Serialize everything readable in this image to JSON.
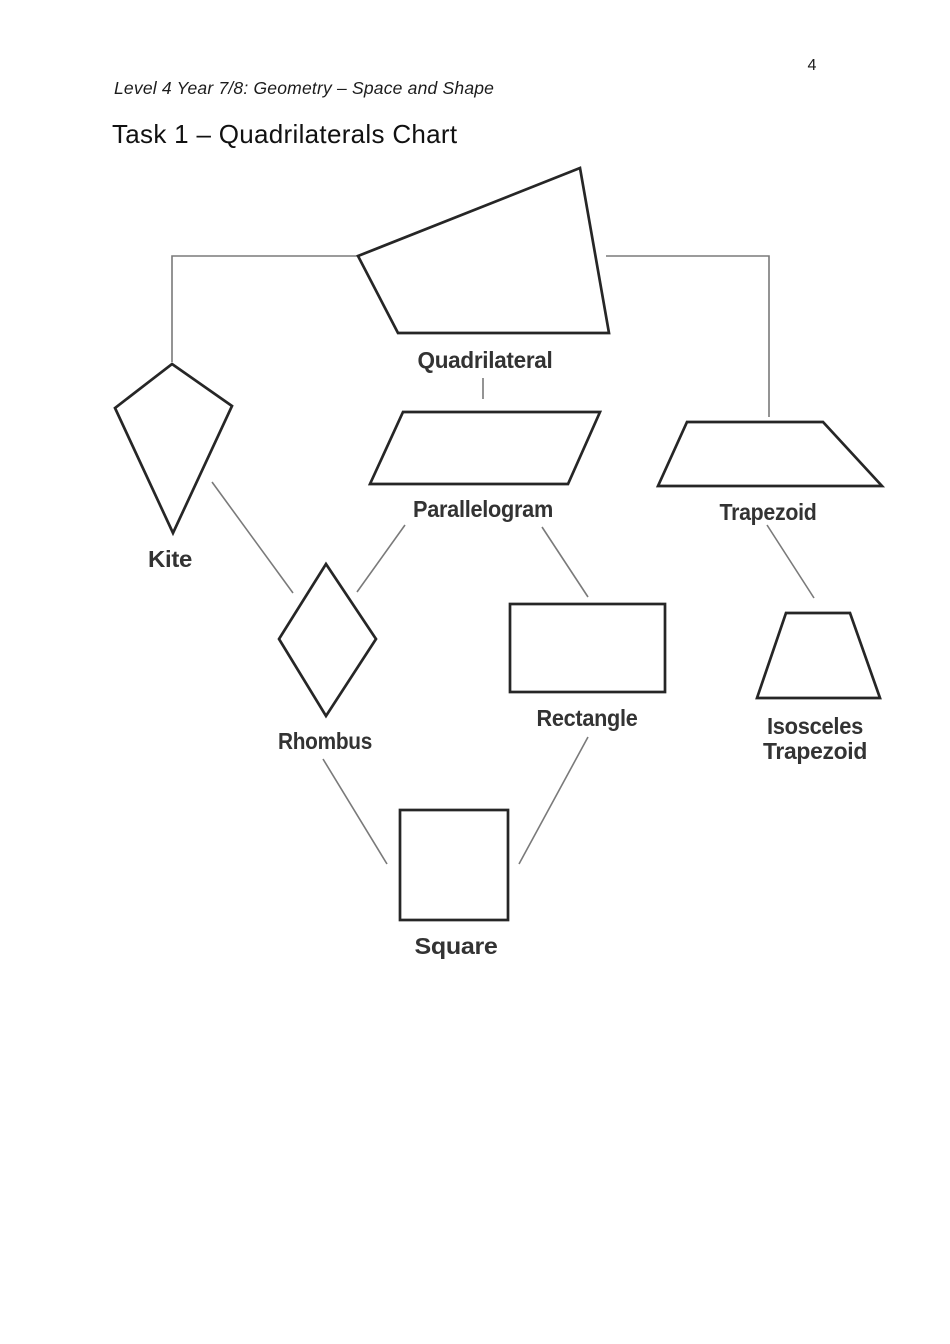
{
  "page": {
    "number": "4"
  },
  "header": {
    "course": "Level 4 Year 7/8: Geometry – Space and Shape",
    "title": "Task 1 – Quadrilaterals Chart"
  },
  "diagram": {
    "labels": {
      "quadrilateral": "Quadrilateral",
      "kite": "Kite",
      "parallelogram": "Parallelogram",
      "trapezoid": "Trapezoid",
      "rhombus": "Rhombus",
      "rectangle": "Rectangle",
      "isosceles_trapezoid_line1": "Isosceles",
      "isosceles_trapezoid_line2": "Trapezoid",
      "square": "Square"
    },
    "edges": [
      {
        "from": "Quadrilateral",
        "to": "Kite"
      },
      {
        "from": "Quadrilateral",
        "to": "Parallelogram"
      },
      {
        "from": "Quadrilateral",
        "to": "Trapezoid"
      },
      {
        "from": "Kite",
        "to": "Rhombus"
      },
      {
        "from": "Parallelogram",
        "to": "Rhombus"
      },
      {
        "from": "Parallelogram",
        "to": "Rectangle"
      },
      {
        "from": "Trapezoid",
        "to": "Isosceles Trapezoid"
      },
      {
        "from": "Rhombus",
        "to": "Square"
      },
      {
        "from": "Rectangle",
        "to": "Square"
      }
    ],
    "colors": {
      "shape_stroke": "#262626",
      "connector": "#7a7a7a",
      "label": "#333333",
      "background": "#ffffff"
    }
  }
}
